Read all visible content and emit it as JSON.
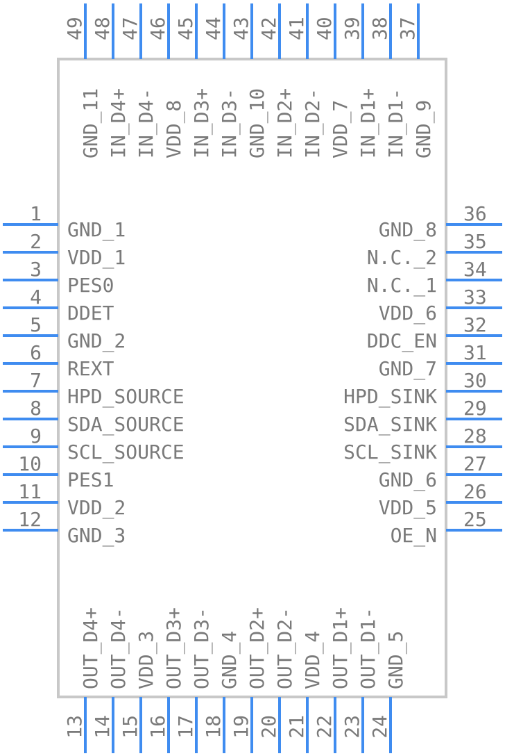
{
  "left_pins": [
    {
      "num": "1",
      "label": "GND_1"
    },
    {
      "num": "2",
      "label": "VDD_1"
    },
    {
      "num": "3",
      "label": "PES0"
    },
    {
      "num": "4",
      "label": "DDET"
    },
    {
      "num": "5",
      "label": "GND_2"
    },
    {
      "num": "6",
      "label": "REXT"
    },
    {
      "num": "7",
      "label": "HPD_SOURCE"
    },
    {
      "num": "8",
      "label": "SDA_SOURCE"
    },
    {
      "num": "9",
      "label": "SCL_SOURCE"
    },
    {
      "num": "10",
      "label": "PES1"
    },
    {
      "num": "11",
      "label": "VDD_2"
    },
    {
      "num": "12",
      "label": "GND_3"
    }
  ],
  "right_pins": [
    {
      "num": "36",
      "label": "GND_8"
    },
    {
      "num": "35",
      "label": "N.C._2"
    },
    {
      "num": "34",
      "label": "N.C._1"
    },
    {
      "num": "33",
      "label": "VDD_6"
    },
    {
      "num": "32",
      "label": "DDC_EN"
    },
    {
      "num": "31",
      "label": "GND_7"
    },
    {
      "num": "30",
      "label": "HPD_SINK"
    },
    {
      "num": "29",
      "label": "SDA_SINK"
    },
    {
      "num": "28",
      "label": "SCL_SINK"
    },
    {
      "num": "27",
      "label": "GND_6"
    },
    {
      "num": "26",
      "label": "VDD_5"
    },
    {
      "num": "25",
      "label": "OE_N"
    }
  ],
  "top_pins": [
    {
      "num": "49",
      "label": "GND_11"
    },
    {
      "num": "48",
      "label": "IN_D4+"
    },
    {
      "num": "47",
      "label": "IN_D4-"
    },
    {
      "num": "46",
      "label": "VDD_8"
    },
    {
      "num": "45",
      "label": "IN_D3+"
    },
    {
      "num": "44",
      "label": "IN_D3-"
    },
    {
      "num": "43",
      "label": "GND_10"
    },
    {
      "num": "42",
      "label": "IN_D2+"
    },
    {
      "num": "41",
      "label": "IN_D2-"
    },
    {
      "num": "40",
      "label": "VDD_7"
    },
    {
      "num": "39",
      "label": "IN_D1+"
    },
    {
      "num": "38",
      "label": "IN_D1-"
    },
    {
      "num": "37",
      "label": "GND_9"
    }
  ],
  "bottom_pins": [
    {
      "num": "13",
      "label": "OUT_D4+"
    },
    {
      "num": "14",
      "label": "OUT_D4-"
    },
    {
      "num": "15",
      "label": "VDD_3"
    },
    {
      "num": "16",
      "label": "OUT_D3+"
    },
    {
      "num": "17",
      "label": "OUT_D3-"
    },
    {
      "num": "18",
      "label": "GND_4"
    },
    {
      "num": "19",
      "label": "OUT_D2+"
    },
    {
      "num": "20",
      "label": "OUT_D2-"
    },
    {
      "num": "21",
      "label": "VDD_4"
    },
    {
      "num": "22",
      "label": "OUT_D1+"
    },
    {
      "num": "23",
      "label": "OUT_D1-"
    },
    {
      "num": "24",
      "label": "GND_5"
    }
  ],
  "colors": {
    "pin": "#3f8cf0",
    "outline": "#c8c8c8",
    "text": "#7a7a7a"
  }
}
